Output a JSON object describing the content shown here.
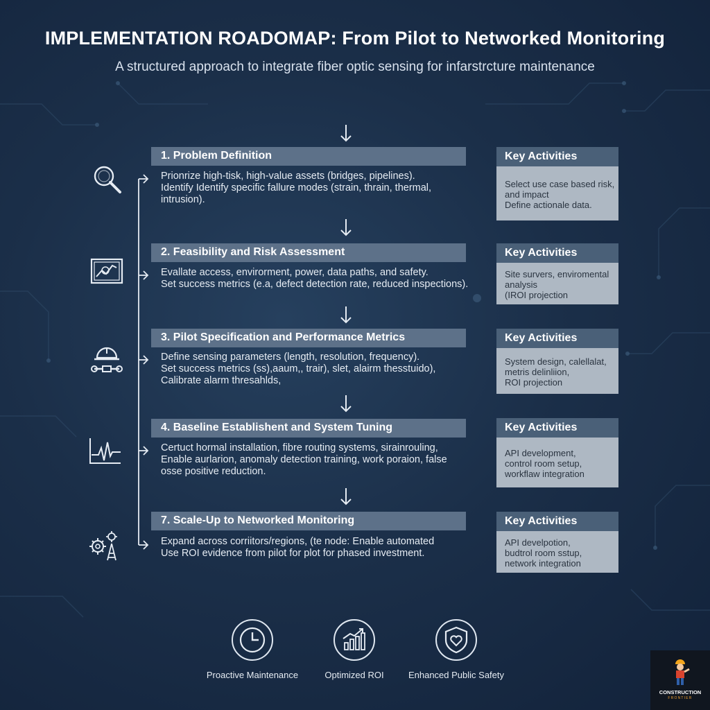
{
  "header": {
    "title": "IMPLEMENTATION ROADOMAP: From Pilot to Networked Monitoring",
    "subtitle": "A structured approach to integrate fiber optic sensing for infarstrcture maintenance"
  },
  "steps": [
    {
      "title": "1. Problem Definition",
      "icon": "magnifier-icon",
      "lines": [
        "Prionrize high-tisk, high-value assets (bridges, pipelines).",
        "Identify Identify specific fallure modes (strain, thrain, thermal,",
        "intrusion)."
      ],
      "key_activities_title": "Key Activities",
      "key_activities": [
        "Select use case based risk,",
        "and impact",
        "Define actionale data."
      ]
    },
    {
      "title": "2. Feasibility and Risk Assessment",
      "icon": "monitor-chart-icon",
      "lines": [
        "Evallate access, envirorment, power, data paths, and safety.",
        "Set success metrics (e.a, defect detection rate, reduced inspections)."
      ],
      "key_activities_title": "Key Activities",
      "key_activities": [
        "Site survers, enviromental",
        "analysis",
        "(IROI projection"
      ]
    },
    {
      "title": "3. Pilot Specification and Performance Metrics",
      "icon": "hardhat-wrench-icon",
      "lines": [
        "Define sensing parameters (length, resolution, frequency).",
        "Set success metrics (ss),aaum,, trair), slet, alairm thesstuido),",
        "Calibrate alarm thresahlds,"
      ],
      "key_activities_title": "Key Activities",
      "key_activities": [
        "System design, calellalat,",
        "metris delinliion,",
        "ROI projection"
      ]
    },
    {
      "title": "4. Baseline Establishent and System Tuning",
      "icon": "waveform-icon",
      "lines": [
        "Certuct hormal installation, fibre routing systems, sirainrouling,",
        "Enable aurlarion, anomaly detection training, work poraion, false",
        "osse positive reduction."
      ],
      "key_activities_title": "Key Activities",
      "key_activities": [
        "API development,",
        "control room setup,",
        "workflaw integration"
      ]
    },
    {
      "title": "7. Scale-Up to Networked Monitoring",
      "icon": "gears-tower-icon",
      "lines": [
        "Expand across corriitors/regions, (te node: Enable automated",
        "Use ROI evidence from pilot for plot for phased investment."
      ],
      "key_activities_title": "Key Activities",
      "key_activities": [
        "API develpotion,",
        "budtrol room sstup,",
        "network integration"
      ]
    }
  ],
  "benefits": [
    {
      "label": "Proactive Maintenance",
      "icon": "clock-icon"
    },
    {
      "label": "Optimized ROI",
      "icon": "bar-chart-icon"
    },
    {
      "label": "Enhanced Public Safety",
      "icon": "shield-heart-icon"
    }
  ],
  "logo": {
    "name": "CONSTRUCTION",
    "tagline": "FRONTIER"
  },
  "colors": {
    "background": "#1b2f49",
    "step_header": "#5d7189",
    "key_activities_header": "#4a6078",
    "key_activities_body": "#aeb8c3"
  }
}
